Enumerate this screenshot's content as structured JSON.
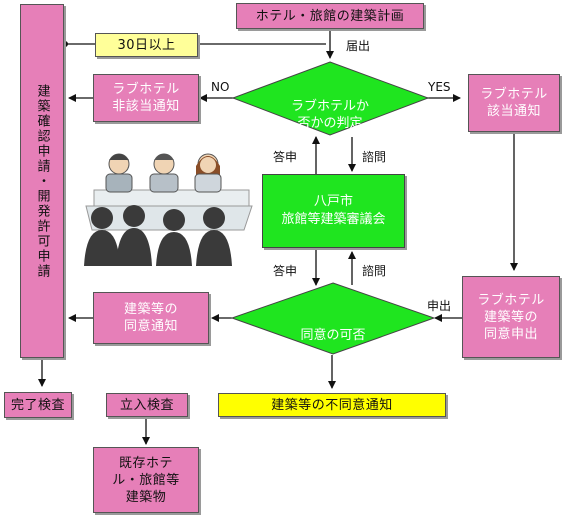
{
  "nodes": {
    "plan": "ホテル・旅館の建築計画",
    "thirty_days": "30日以上",
    "decision": "ラブホテルか\n否かの判定",
    "not_applicable": "ラブホテル\n非該当通知",
    "applicable": "ラブホテル\n該当通知",
    "council": "八戸市\n旅館等建築審議会",
    "consent_decision": "同意の可否",
    "consent_notice": "建築等の\n同意通知",
    "consent_request": "ラブホテル\n建築等の\n同意申出",
    "non_consent": "建築等の不同意通知",
    "building_confirm": "建築確認申請・開発許可申請",
    "completion": "完了検査",
    "inspection": "立入検査",
    "existing": "既存ホテ\nル・旅館等\n建築物"
  },
  "labels": {
    "notification": "届出",
    "no": "NO",
    "yes": "YES",
    "reply1": "答申",
    "inquiry1": "諮問",
    "reply2": "答申",
    "inquiry2": "諮問",
    "request": "申出"
  },
  "colors": {
    "pink_box": "#e67fb8",
    "green": "#1fe51f",
    "yellow_light": "#ffff99",
    "yellow": "#ffff00"
  }
}
